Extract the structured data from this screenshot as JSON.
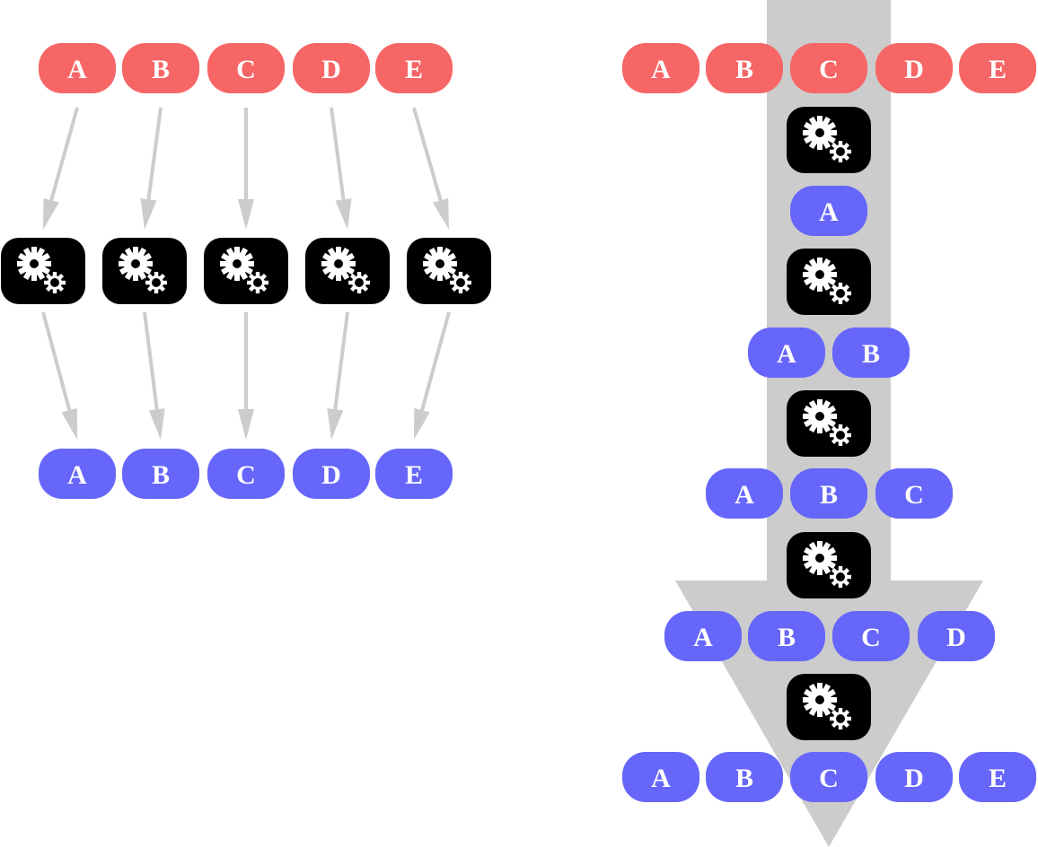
{
  "colors": {
    "input": "#f76666",
    "output": "#6666fb",
    "processor": "#000000",
    "gear": "#ffffff",
    "arrow": "#cccccc",
    "big_arrow": "#cccccc"
  },
  "left": {
    "inputs": [
      "A",
      "B",
      "C",
      "D",
      "E"
    ],
    "processors": [
      "gear-icon",
      "gear-icon",
      "gear-icon",
      "gear-icon",
      "gear-icon"
    ],
    "outputs": [
      "A",
      "B",
      "C",
      "D",
      "E"
    ]
  },
  "right": {
    "inputs": [
      "A",
      "B",
      "C",
      "D",
      "E"
    ],
    "stages": [
      [
        "A"
      ],
      [
        "A",
        "B"
      ],
      [
        "A",
        "B",
        "C"
      ],
      [
        "A",
        "B",
        "C",
        "D"
      ],
      [
        "A",
        "B",
        "C",
        "D",
        "E"
      ]
    ],
    "processor_icon": "gear-icon"
  }
}
